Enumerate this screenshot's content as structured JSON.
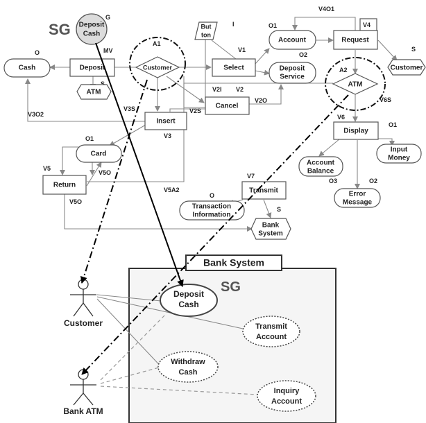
{
  "top": {
    "sg_title": "SG",
    "deposit_cash": [
      "Deposit",
      "Cash"
    ],
    "g_tag": "G",
    "mv_tag": "MV",
    "nodes": {
      "cash": "Cash",
      "deposit": "Deposit",
      "customer": "Customer",
      "select": "Select",
      "button": [
        "But",
        "ton"
      ],
      "account": "Account",
      "request": "Request",
      "customer_right": "Customer",
      "deposit_service": [
        "Deposit",
        "Service"
      ],
      "atm_left": "ATM",
      "cancel": "Cancel",
      "atm_center": "ATM",
      "insert": "Insert",
      "display": "Display",
      "card": "Card",
      "return": "Return",
      "account_balance": [
        "Account",
        "Balance"
      ],
      "input_money": [
        "Input",
        "Money"
      ],
      "error_message": [
        "Error",
        "Message"
      ],
      "transmit": "Transmit",
      "transaction_info": [
        "Transaction",
        "Information"
      ],
      "bank_system_node": [
        "Bank",
        "System"
      ]
    },
    "tags": {
      "o_cash": "O",
      "s_atm": "S",
      "a1": "A1",
      "i_button": "I",
      "v1": "V1",
      "o1_account": "O1",
      "v4o1": "V4O1",
      "v4": "V4",
      "s_customer": "S",
      "o2_service": "O2",
      "a2": "A2",
      "v2i": "V2I",
      "v2": "V2",
      "v2s": "V2S",
      "v2o": "V2O",
      "v3s": "V3S",
      "v3o2": "V3O2",
      "v3": "V3",
      "v6s": "V6S",
      "v6": "V6",
      "o1_input": "O1",
      "o1_card": "O1",
      "v5": "V5",
      "v5o_left": "V5O",
      "v5o_bottom": "V5O",
      "v5a2": "V5A2",
      "v7": "V7",
      "o_transaction": "O",
      "s_bank": "S",
      "o3": "O3",
      "o2_error": "O2"
    }
  },
  "bottom": {
    "system_title": "Bank System",
    "sg_label": "SG",
    "actor_customer": "Customer",
    "actor_bank_atm": "Bank ATM",
    "use_cases": {
      "deposit_cash": [
        "Deposit",
        "Cash"
      ],
      "transmit_account": [
        "Transmit",
        "Account"
      ],
      "withdraw_cash": [
        "Withdraw",
        "Cash"
      ],
      "inquiry_account": [
        "Inquiry",
        "Account"
      ]
    }
  },
  "colors": {
    "edge": "#888888",
    "deposit_cash_fill": "#dcdcdc",
    "system_fill": "#f5f5f5"
  }
}
